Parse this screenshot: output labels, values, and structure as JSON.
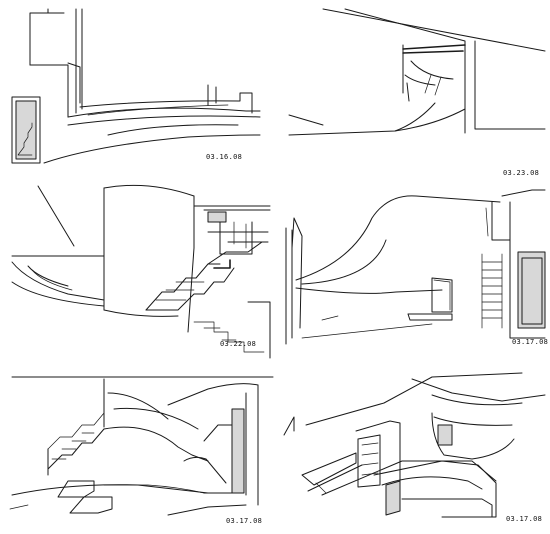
{
  "sketches": [
    {
      "date": "03.16.08"
    },
    {
      "date": "03.23.08"
    },
    {
      "date": "03.22.08"
    },
    {
      "date": "03.17.08"
    },
    {
      "date": "03.17.08"
    },
    {
      "date": "03.17.08"
    }
  ]
}
